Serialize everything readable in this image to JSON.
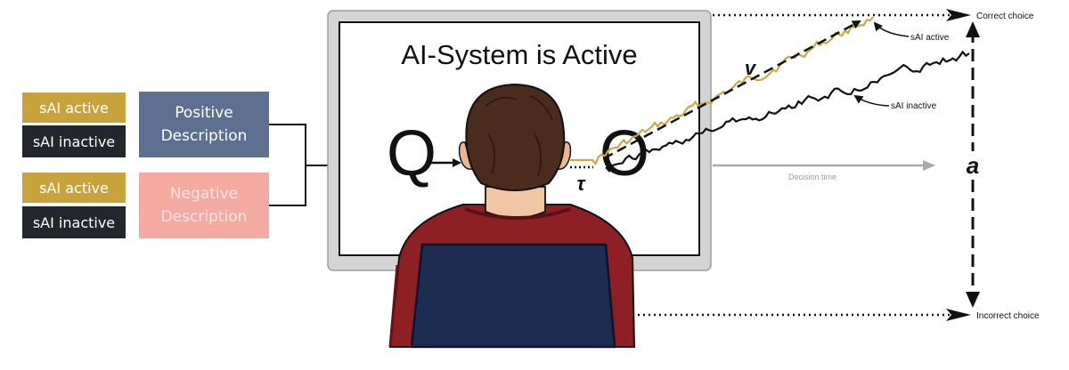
{
  "conditions": {
    "positive": {
      "active": "sAI active",
      "inactive": "sAI inactive",
      "description": "Positive\nDescription"
    },
    "negative": {
      "active": "sAI active",
      "inactive": "sAI inactive",
      "description": "Negative\nDescription"
    }
  },
  "screen": {
    "title": "AI-System is Active",
    "question": "Q",
    "option": "O"
  },
  "model": {
    "tau": "τ",
    "drift": "v",
    "boundary": "a",
    "decision_time": "Decision time",
    "correct_choice": "Correct choice",
    "incorrect_choice": "Incorrect choice",
    "trace_active": "sAI active",
    "trace_inactive": "sAI inactive"
  },
  "colors": {
    "active_box": "#c8a33c",
    "inactive_box": "#23262c",
    "positive_box": "#5d708f",
    "negative_box": "#f4a9a1",
    "active_trace": "#c9a948",
    "inactive_trace": "#111111",
    "shirt": "#8e1f25",
    "hair": "#4a2b1d"
  }
}
